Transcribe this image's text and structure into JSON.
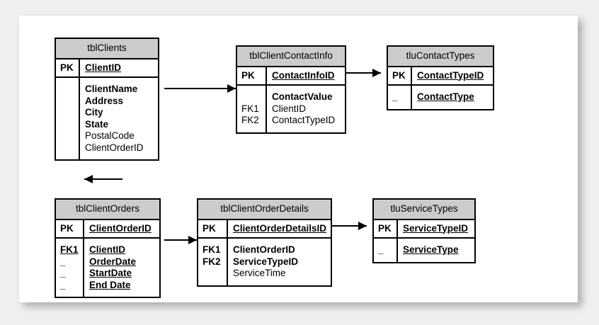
{
  "page": {
    "title": "Database Entity Relationship Diagram",
    "background_color": "#efeff0",
    "paper_color": "#ffffff",
    "header_fill": "#cccccc",
    "border_color": "#000000"
  },
  "entities": [
    {
      "id": "tblClients",
      "name": "tblClients",
      "primary": {
        "key": "PK",
        "field": "ClientID"
      },
      "attributes": [
        {
          "key": "",
          "field": "ClientName",
          "bold": true
        },
        {
          "key": "",
          "field": "Address",
          "bold": true
        },
        {
          "key": "",
          "field": "City",
          "bold": true
        },
        {
          "key": "",
          "field": "State",
          "bold": true
        },
        {
          "key": "",
          "field": "PostalCode",
          "bold": false
        },
        {
          "key": "",
          "field": "ClientOrderID",
          "bold": false
        }
      ]
    },
    {
      "id": "tblClientContactInfo",
      "name": "tblClientContactInfo",
      "primary": {
        "key": "PK",
        "field": "ContactInfoID"
      },
      "attributes": [
        {
          "key": "",
          "field": "ContactValue",
          "bold": true
        },
        {
          "key": "FK1",
          "field": "ClientID",
          "bold": false
        },
        {
          "key": "FK2",
          "field": "ContactTypeID",
          "bold": false
        }
      ]
    },
    {
      "id": "tluContactTypes",
      "name": "tluContactTypes",
      "primary": {
        "key": "PK",
        "field": "ContactTypeID"
      },
      "attributes": [
        {
          "key": "_",
          "field": "ContactType",
          "bold": true
        }
      ]
    },
    {
      "id": "tblClientOrders",
      "name": "tblClientOrders",
      "primary": {
        "key": "PK",
        "field": "ClientOrderID"
      },
      "attributes": [
        {
          "key": "FK1",
          "field": "ClientID",
          "bold": true
        },
        {
          "key": "_",
          "field": "OrderDate",
          "bold": true
        },
        {
          "key": "_",
          "field": "StartDate",
          "bold": true
        },
        {
          "key": "_",
          "field": "End Date",
          "bold": true
        }
      ]
    },
    {
      "id": "tblClientOrderDetails",
      "name": "tblClientOrderDetails",
      "primary": {
        "key": "PK",
        "field": "ClientOrderDetailsID"
      },
      "attributes": [
        {
          "key": "FK1",
          "field": "ClientOrderID",
          "bold": true
        },
        {
          "key": "FK2",
          "field": "ServiceTypeID",
          "bold": true
        },
        {
          "key": "",
          "field": "ServiceTime",
          "bold": false
        }
      ]
    },
    {
      "id": "tluServiceTypes",
      "name": "tluServiceTypes",
      "primary": {
        "key": "PK",
        "field": "ServiceTypeID"
      },
      "attributes": [
        {
          "key": "_",
          "field": "ServiceType",
          "bold": true
        }
      ]
    }
  ],
  "relationships": [
    {
      "from": "tblClientContactInfo",
      "to": "tblClients",
      "direction": "left"
    },
    {
      "from": "tblClientContactInfo",
      "to": "tluContactTypes",
      "direction": "right"
    },
    {
      "from": "tblClientOrders",
      "to": "tblClients",
      "direction": "up"
    },
    {
      "from": "tblClientOrderDetails",
      "to": "tblClientOrders",
      "direction": "left"
    },
    {
      "from": "tblClientOrderDetails",
      "to": "tluServiceTypes",
      "direction": "right"
    }
  ],
  "labels": {
    "tblClients": {
      "title": "tblClients",
      "pk_key": "PK",
      "pk_field": "ClientID",
      "a0": "ClientName",
      "a1": "Address",
      "a2": "City",
      "a3": "State",
      "a4": "PostalCode",
      "a5": "ClientOrderID"
    },
    "tblClientContactInfo": {
      "title": "tblClientContactInfo",
      "pk_key": "PK",
      "pk_field": "ContactInfoID",
      "k0": "",
      "k1": "FK1",
      "k2": "FK2",
      "a0": "ContactValue",
      "a1": "ClientID",
      "a2": "ContactTypeID"
    },
    "tluContactTypes": {
      "title": "tluContactTypes",
      "pk_key": "PK",
      "pk_field": "ContactTypeID",
      "k0": "_",
      "a0": "ContactType"
    },
    "tblClientOrders": {
      "title": "tblClientOrders",
      "pk_key": "PK",
      "pk_field": "ClientOrderID",
      "k0": "FK1",
      "k1": "_",
      "k2": "_",
      "k3": "_",
      "a0": "ClientID",
      "a1": "OrderDate",
      "a2": "StartDate",
      "a3": "End Date"
    },
    "tblClientOrderDetails": {
      "title": "tblClientOrderDetails",
      "pk_key": "PK",
      "pk_field": "ClientOrderDetailsID",
      "k0": "FK1",
      "k1": "FK2",
      "k2": "",
      "a0": "ClientOrderID",
      "a1": "ServiceTypeID",
      "a2": "ServiceTime"
    },
    "tluServiceTypes": {
      "title": "tluServiceTypes",
      "pk_key": "PK",
      "pk_field": "ServiceTypeID",
      "k0": "_",
      "a0": "ServiceType"
    }
  }
}
